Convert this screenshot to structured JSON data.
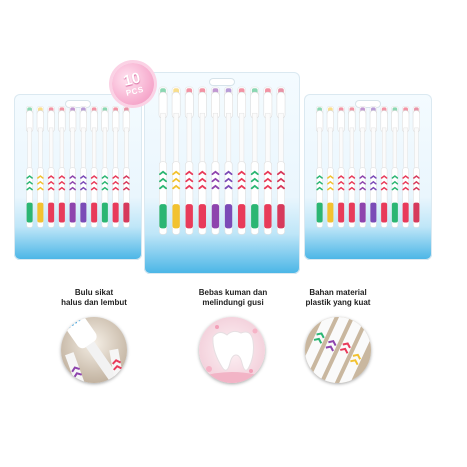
{
  "badge": {
    "count": "10",
    "unit": "PCS"
  },
  "features": [
    {
      "line1": "Bulu sikat",
      "line2": "halus dan lembut",
      "icon": "toothbrush-bristles-photo"
    },
    {
      "line1": "Bebas kuman dan",
      "line2": "melindungi gusi",
      "icon": "teeth-gum-photo"
    },
    {
      "line1": "Bahan material",
      "line2": "plastik yang kuat",
      "icon": "toothbrush-handles-photo"
    }
  ],
  "colors": {
    "pack_blue": "#49b5e6",
    "brush_colors": [
      "#2bb673",
      "#f2c230",
      "#e83b5a",
      "#e83b5a",
      "#8e44ad",
      "#7b4bb7",
      "#e83b5a",
      "#2bb673",
      "#e83b5a",
      "#d63a5c"
    ]
  }
}
